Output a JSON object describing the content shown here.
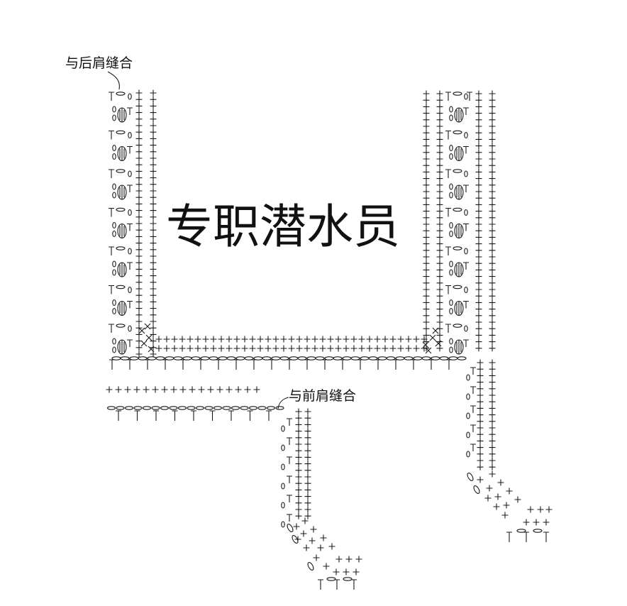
{
  "labels": {
    "back_shoulder": "与后肩缝合",
    "front_shoulder": "与前肩缝合",
    "watermark": "专职潜水员"
  },
  "colors": {
    "ink": "#1a1a1a",
    "background": "#ffffff"
  },
  "symbols": {
    "single_crochet": "+",
    "slip_decrease": "×",
    "chain_oval": "oval",
    "double_crochet": "T",
    "cluster": "leaf-cluster"
  }
}
